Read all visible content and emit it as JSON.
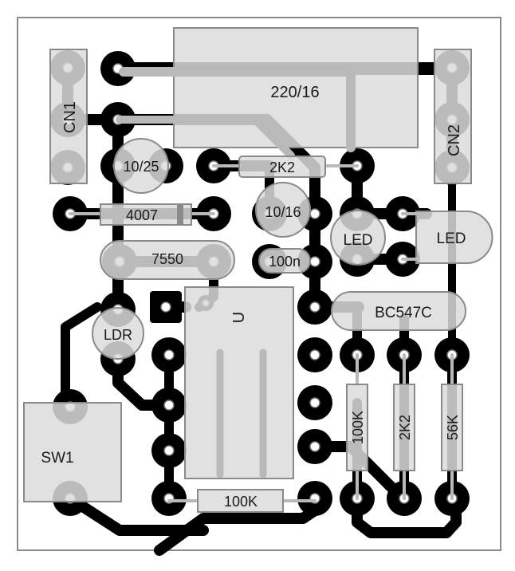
{
  "labels": {
    "cap_main": "220/16",
    "conn_left": "CN1",
    "conn_right": "CN2",
    "cap_10_25": "10/25",
    "res_2k2_top": "2K2",
    "diode": "4007",
    "cap_10_16": "10/16",
    "led_left": "LED",
    "led_right": "LED",
    "regulator": "7550",
    "cap_100n": "100n",
    "ic": "U",
    "transistor": "BC547C",
    "ldr": "LDR",
    "switch": "SW1",
    "res_100k_vertical": "100K",
    "res_2k2_vertical": "2K2",
    "res_56k_vertical": "56K",
    "res_100k_bottom": "100K"
  },
  "colors": {
    "copper": "#000000",
    "silkscreen": "#dcdcdc",
    "outline": "#8a8a8a",
    "background": "#ffffff"
  }
}
